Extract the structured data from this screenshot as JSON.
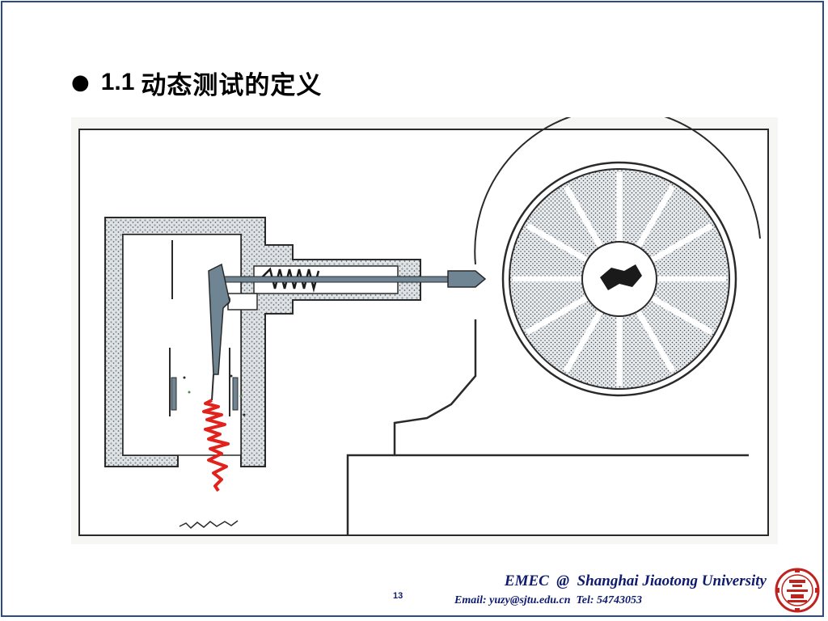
{
  "slide": {
    "bullet_glyph": "●",
    "title_number": "1.1",
    "title_text": "动态测试的定义"
  },
  "footer": {
    "line1": "EMEC  @  Shanghai Jiaotong University",
    "line2": "Email: yuzy@sjtu.edu.cn  Tel: 54743053",
    "page_number": "13"
  },
  "figure": {
    "icon": "seismometer-recording-drum-diagram",
    "colors": {
      "stipple": "#b9bfc4",
      "steel": "#6f8593",
      "trace": "#e2221c",
      "line": "#2a2a2a"
    }
  },
  "logo": {
    "icon": "sjtu-emblem-icon",
    "color": "#c0221e"
  },
  "colors": {
    "frame": "#2b4a8a",
    "footer_text": "#0d1a6e"
  }
}
